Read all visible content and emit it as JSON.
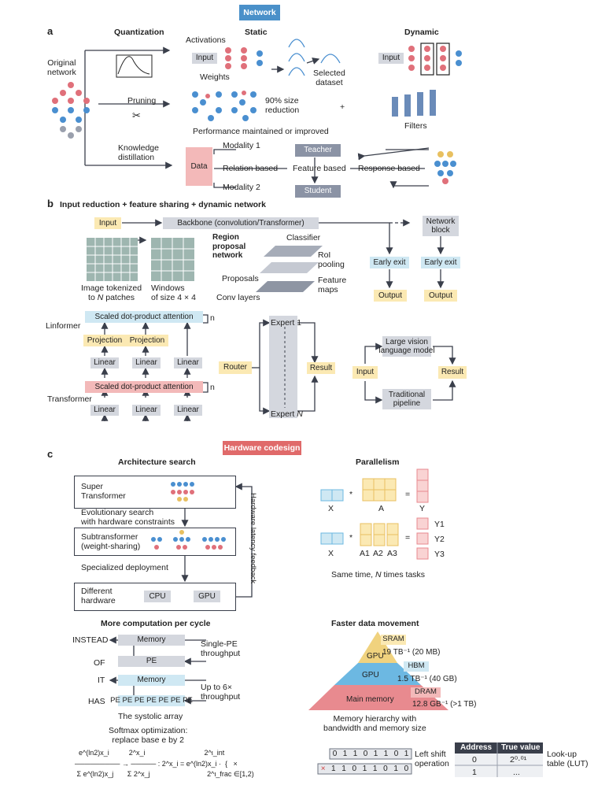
{
  "section_tags": {
    "network": "Network",
    "hardware": "Hardware codesign"
  },
  "panel_a": {
    "letter": "a",
    "quantization": "Quantization",
    "static": "Static",
    "dynamic": "Dynamic",
    "original_network": "Original\nnetwork",
    "activations": "Activations",
    "weights": "Weights",
    "input": "Input",
    "selected_dataset": "Selected\ndataset",
    "dynamic_input": "Input",
    "pruning": "Pruning",
    "size_reduction": "90% size\nreduction",
    "plus": "+",
    "filters": "Filters",
    "performance": "Performance maintained or improved",
    "knowledge_distillation": "Knowledge\ndistillation",
    "data": "Data",
    "modality1": "Modality 1",
    "modality2": "Modality 2",
    "relation_based": "Relation based",
    "teacher": "Teacher",
    "student": "Student",
    "feature_based": "Feature based",
    "response_based": "Response based"
  },
  "panel_b": {
    "letter": "b",
    "title": "Input reduction + feature sharing + dynamic network",
    "input": "Input",
    "backbone": "Backbone (convolution/Transformer)",
    "network_block": "Network\nblock",
    "region_proposal": "Region\nproposal\nnetwork",
    "classifier": "Classifier",
    "roi_pooling": "RoI\npooling",
    "proposals": "Proposals",
    "feature_maps": "Feature\nmaps",
    "conv_layers": "Conv layers",
    "early_exit": "Early exit",
    "output": "Output",
    "image_tokenized_prefix": "Image tokenized\nto ",
    "image_tokenized_n": "N",
    "image_tokenized_suffix": " patches",
    "windows": "Windows\nof size 4 × 4",
    "linformer": "Linformer",
    "transformer": "Transformer",
    "scaled_attention": "Scaled dot-product attention",
    "n": "n",
    "projection": "Projection",
    "linear": "Linear",
    "router": "Router",
    "expert1": "Expert 1",
    "expert_prefix": "Expert ",
    "expert_n": "N",
    "result": "Result",
    "large_vlm": "Large vision\nlanguage model",
    "traditional_pipeline": "Traditional\npipeline"
  },
  "panel_c": {
    "letter": "c",
    "architecture_search": "Architecture search",
    "super_transformer": "Super\nTransformer",
    "evolutionary": "Evolutionary search\nwith hardware constraints",
    "subtransformer": "Subtransformer\n(weight-sharing)",
    "specialized": "Specialized deployment",
    "different_hardware": "Different\nhardware",
    "cpu": "CPU",
    "gpu": "GPU",
    "feedback": "Hardware latency feedback",
    "parallelism": "Parallelism",
    "x": "X",
    "a": "A",
    "y": "Y",
    "star": "*",
    "eq": "=",
    "a1": "A1",
    "a2": "A2",
    "a3": "A3",
    "y1": "Y1",
    "y2": "Y2",
    "y3": "Y3",
    "same_time_prefix": "Same time, ",
    "same_time_n": "N",
    "same_time_suffix": " times tasks",
    "more_computation": "More computation per cycle",
    "instead": "INSTEAD",
    "of": "OF",
    "it": "IT",
    "has": "HAS",
    "memory": "Memory",
    "pe": "PE",
    "single_pe": "Single-PE\nthroughput",
    "up_to_6x": "Up to 6×\nthroughput",
    "systolic": "The systolic array",
    "softmax_title": "Softmax optimization:\nreplace base e by 2",
    "faster_data": "Faster data movement",
    "sram": "SRAM",
    "hbm": "HBM",
    "dram": "DRAM",
    "gpu_label": "GPU",
    "main_memory": "Main memory",
    "sram_bw": "19 TB⁻¹ (20 MB)",
    "hbm_bw": "1.5 TB⁻¹ (40 GB)",
    "dram_bw": "12.8 GB⁻¹ (>1 TB)",
    "hierarchy_caption": "Memory hierarchy with\nbandwidth and memory size",
    "bits_top": [
      "0",
      "1",
      "1",
      "0",
      "1",
      "1",
      "0",
      "1"
    ],
    "bits_bottom": [
      "×",
      "1",
      "1",
      "0",
      "1",
      "1",
      "0",
      "1",
      "0"
    ],
    "left_shift": "Left shift\noperation",
    "lut_headers": [
      "Address",
      "True value"
    ],
    "lut_rows": [
      [
        "0",
        "2⁰·⁰¹"
      ],
      [
        "1",
        "..."
      ]
    ],
    "lut_label": "Look-up\ntable (LUT)"
  },
  "colors": {
    "network_tag": "#4a90c9",
    "hardware_tag": "#e06a6a",
    "grey_box": "#d4d7de",
    "yellow_box": "#fbe9b3",
    "blue_box": "#cfe8f3",
    "pink_box": "#f3b9b9",
    "node_red": "#e0707a",
    "node_blue": "#4a8fd0"
  }
}
